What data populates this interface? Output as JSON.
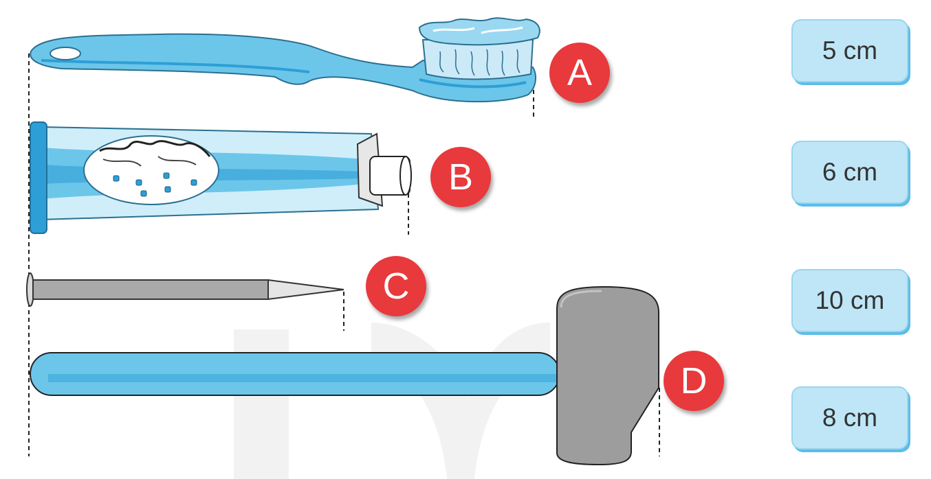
{
  "objects": [
    {
      "id": "toothbrush",
      "label": "A"
    },
    {
      "id": "toothpaste",
      "label": "B"
    },
    {
      "id": "nail",
      "label": "C"
    },
    {
      "id": "hammer",
      "label": "D"
    }
  ],
  "answers": [
    "5 cm",
    "6 cm",
    "10 cm",
    "8 cm"
  ],
  "colors": {
    "object_blue": "#6cc6ea",
    "object_blue_dark": "#2e9fd6",
    "badge_red": "#e8393c",
    "box_fill": "#bfe6f6",
    "box_shadow": "#5cbde8",
    "metal_gray": "#a9a9a9",
    "outline": "#222222"
  }
}
